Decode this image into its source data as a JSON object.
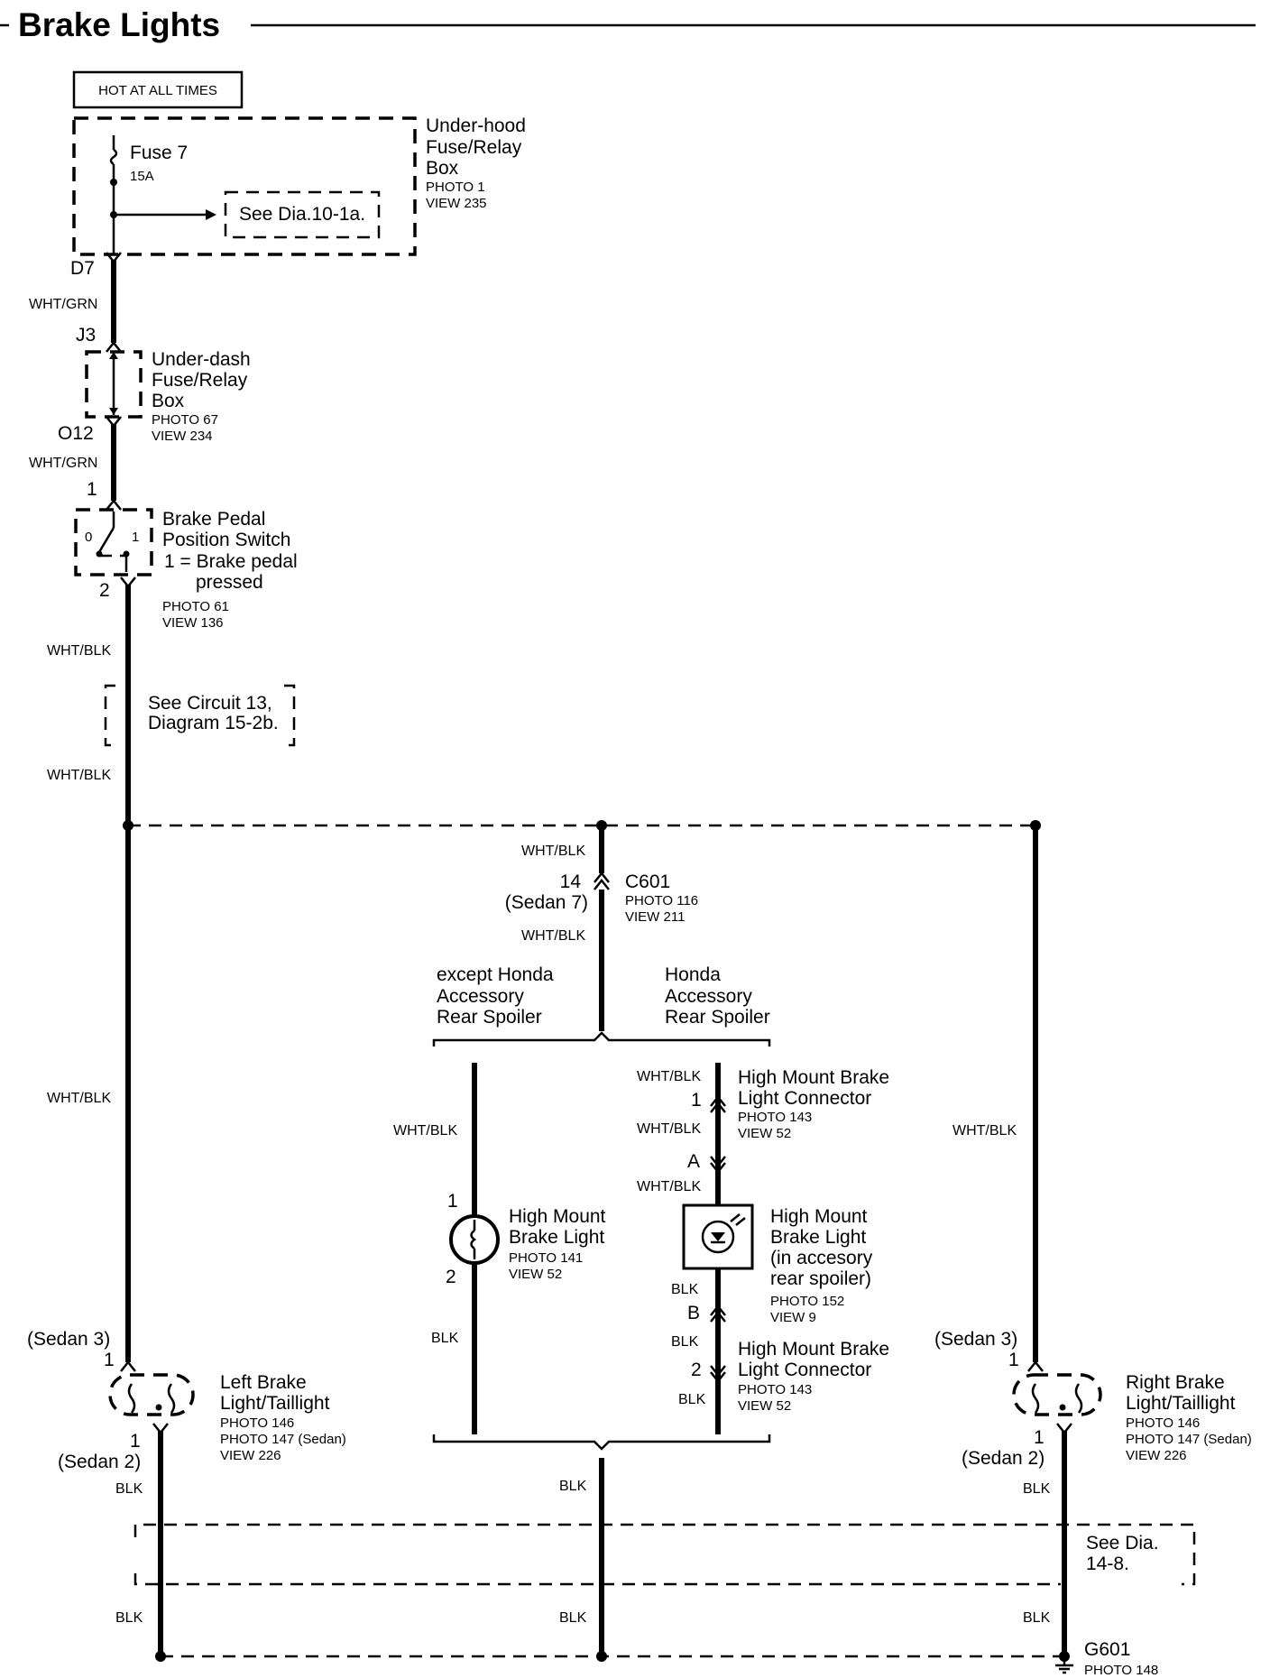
{
  "title": "Brake Lights",
  "hot": "HOT AT ALL TIMES",
  "underhood": {
    "l1": "Under-hood",
    "l2": "Fuse/Relay",
    "l3": "Box",
    "photo": "PHOTO 1",
    "view": "VIEW 235"
  },
  "fuse": {
    "name": "Fuse 7",
    "rating": "15A",
    "see": "See Dia.10-1a."
  },
  "pins": {
    "d7": "D7",
    "j3": "J3",
    "o12": "O12",
    "sw1": "1",
    "sw2": "2",
    "sw_open": "0",
    "sw_closed": "1",
    "c14": "14",
    "sedan7": "(Sedan 7)",
    "hm1": "1",
    "hm2": "2",
    "conA": "A",
    "conB": "B",
    "con1": "1",
    "con2": "2",
    "lt1": "1",
    "lsedan3": "(Sedan 3)",
    "lb1": "1",
    "lsedan2": "(Sedan 2)",
    "rt1": "1",
    "rsedan3": "(Sedan 3)",
    "rb1": "1",
    "rsedan2": "(Sedan 2)"
  },
  "wires": {
    "wht_grn": "WHT/GRN",
    "wht_blk": "WHT/BLK",
    "blk": "BLK"
  },
  "underdash": {
    "l1": "Under-dash",
    "l2": "Fuse/Relay",
    "l3": "Box",
    "photo": "PHOTO 67",
    "view": "VIEW 234"
  },
  "switch": {
    "l1": "Brake Pedal",
    "l2": "Position Switch",
    "l3": "1 = Brake pedal",
    "l4": "pressed",
    "photo": "PHOTO 61",
    "view": "VIEW 136"
  },
  "circuit13": {
    "l1": "See Circuit 13,",
    "l2": "Diagram 15-2b."
  },
  "c601": {
    "name": "C601",
    "photo": "PHOTO 116",
    "view": "VIEW 211"
  },
  "except": {
    "l1": "except Honda",
    "l2": "Accessory",
    "l3": "Rear Spoiler"
  },
  "honda": {
    "l1": "Honda",
    "l2": "Accessory",
    "l3": "Rear Spoiler"
  },
  "hmconn_top": {
    "l1": "High Mount Brake",
    "l2": "Light Connector",
    "photo": "PHOTO 143",
    "view": "VIEW 52"
  },
  "hmconn_bot": {
    "l1": "High Mount Brake",
    "l2": "Light Connector",
    "photo": "PHOTO 143",
    "view": "VIEW 52"
  },
  "hmlight": {
    "l1": "High Mount",
    "l2": "Brake Light",
    "photo": "PHOTO 141",
    "view": "VIEW 52"
  },
  "hmspoiler": {
    "l1": "High Mount",
    "l2": "Brake Light",
    "l3": "(in accesory",
    "l4": "rear spoiler)",
    "photo": "PHOTO 152",
    "view": "VIEW 9"
  },
  "left": {
    "l1": "Left Brake",
    "l2": "Light/Taillight",
    "p1": "PHOTO 146",
    "p2": "PHOTO 147 (Sedan)",
    "view": "VIEW 226"
  },
  "right": {
    "l1": "Right Brake",
    "l2": "Light/Taillight",
    "p1": "PHOTO 146",
    "p2": "PHOTO 147 (Sedan)",
    "view": "VIEW 226"
  },
  "dia148": {
    "l1": "See Dia.",
    "l2": "14-8."
  },
  "ground": {
    "name": "G601",
    "photo": "PHOTO 148"
  }
}
